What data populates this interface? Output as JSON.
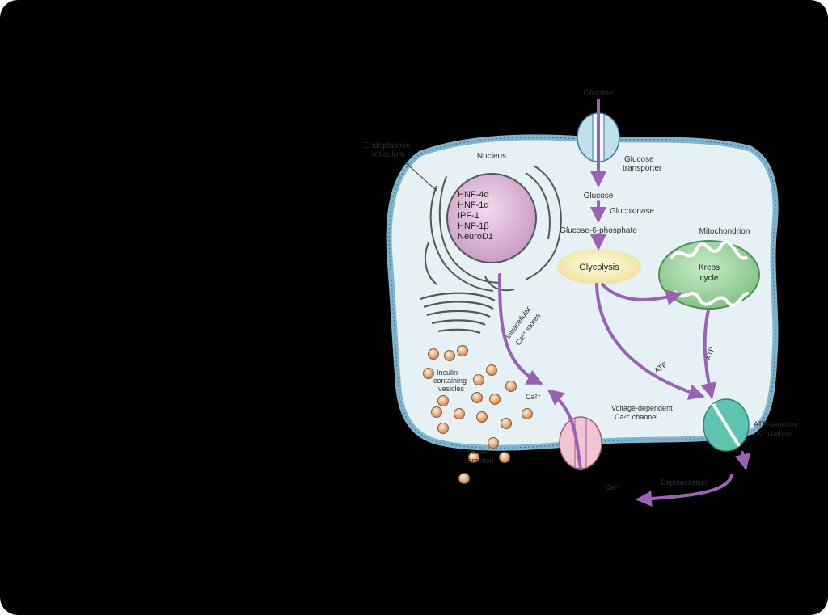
{
  "diagram": {
    "labels": {
      "glucose": "Glucose",
      "glucose_transporter_1": "Glucose",
      "glucose_transporter_2": "transporter",
      "endoplasmic_reticulum_1": "Endoplasmic",
      "endoplasmic_reticulum_2": "reticulum",
      "nucleus": "Nucleus",
      "glucose_inner": "Glucose",
      "glucokinase": "Glucokinase",
      "glucose_6_phosphate": "Glucose-6-phosphate",
      "mitochondrion": "Mitochondrion",
      "glycolysis": "Glycolysis",
      "krebs_1": "Krebs",
      "krebs_2": "cycle",
      "intracellular_1": "Intracellular",
      "intracellular_2": "Ca²⁺ stores",
      "atp_left": "ATP",
      "atp_right": "ATP",
      "vesicles_1": "Insulin-",
      "vesicles_2": "containing",
      "vesicles_3": "vesicles",
      "ca_inside": "Ca²⁺",
      "voltage_channel_1": "Voltage-dependent",
      "voltage_channel_2": "Ca²⁺ channel",
      "katp_channel_1": "ATP-sensitive",
      "katp_channel_2": "K⁺ channel",
      "insulin_secretion_1": "Insulin",
      "insulin_secretion_2": "secretion",
      "depolarization": "Depolarization",
      "ca_outside": "Ca²⁺"
    },
    "transcription_factors": [
      "HNF-4α",
      "HNF-1α",
      "IPF-1",
      "HNF-1β",
      "NeuroD1"
    ],
    "colors": {
      "background": "#000000",
      "cytoplasm": "#e6f1f6",
      "membrane": "#7fb4cc",
      "nucleus": "#dcb4d8",
      "arrow": "#9a62b4",
      "glycolysis": "#f8eebc",
      "mitochondrion": "#a5d6a7",
      "k_channel": "#5ec4b0",
      "ca_channel": "#f1c4d4",
      "vesicle": "#e0a070"
    }
  }
}
